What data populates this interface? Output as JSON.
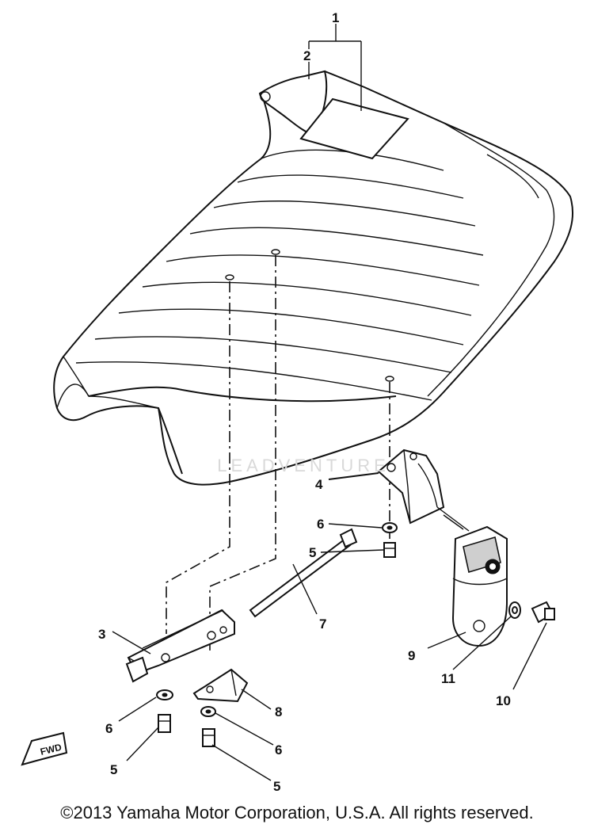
{
  "diagram": {
    "callouts": {
      "p1": "1",
      "p2": "2",
      "p3": "3",
      "p4": "4",
      "p5a": "5",
      "p5b": "5",
      "p5c": "5",
      "p6a": "6",
      "p6b": "6",
      "p6c": "6",
      "p7": "7",
      "p8": "8",
      "p9": "9",
      "p10": "10",
      "p11": "11"
    },
    "fwd_label": "FWD",
    "watermark": "LEADVENTURE",
    "copyright": "©2013 Yamaha Motor Corporation, U.S.A. All rights reserved."
  }
}
